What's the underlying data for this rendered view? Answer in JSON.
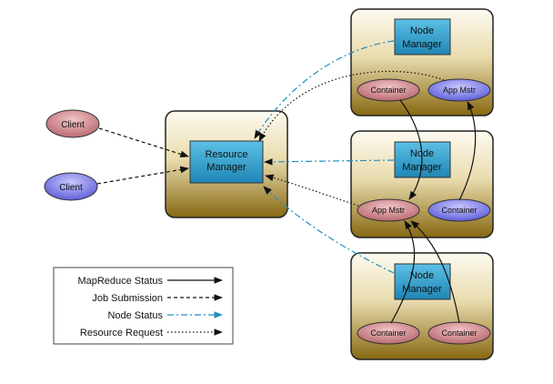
{
  "clients": [
    {
      "label": "Client",
      "color": "#c9787c"
    },
    {
      "label": "Client",
      "color": "#6f6fe8"
    }
  ],
  "resource_manager": {
    "label_line1": "Resource",
    "label_line2": "Manager"
  },
  "node_managers": [
    {
      "label_line1": "Node",
      "label_line2": "Manager",
      "left_ellipse": "Container",
      "right_ellipse": "App Mstr"
    },
    {
      "label_line1": "Node",
      "label_line2": "Manager",
      "left_ellipse": "App Mstr",
      "right_ellipse": "Container"
    },
    {
      "label_line1": "Node",
      "label_line2": "Manager",
      "left_ellipse": "Container",
      "right_ellipse": "Container"
    }
  ],
  "legend": [
    {
      "label": "MapReduce Status",
      "style": "solid"
    },
    {
      "label": "Job Submission",
      "style": "dashed"
    },
    {
      "label": "Node Status",
      "style": "dashdot"
    },
    {
      "label": "Resource Request",
      "style": "dotted"
    }
  ],
  "colors": {
    "box_top": "#fbf7ea",
    "box_bottom": "#8a6a14",
    "manager_fill": "#2e9bc9",
    "container_fill": "#c87a80",
    "app_master_fill": "#6d6de6",
    "node_status_line": "#1f8fbf"
  }
}
